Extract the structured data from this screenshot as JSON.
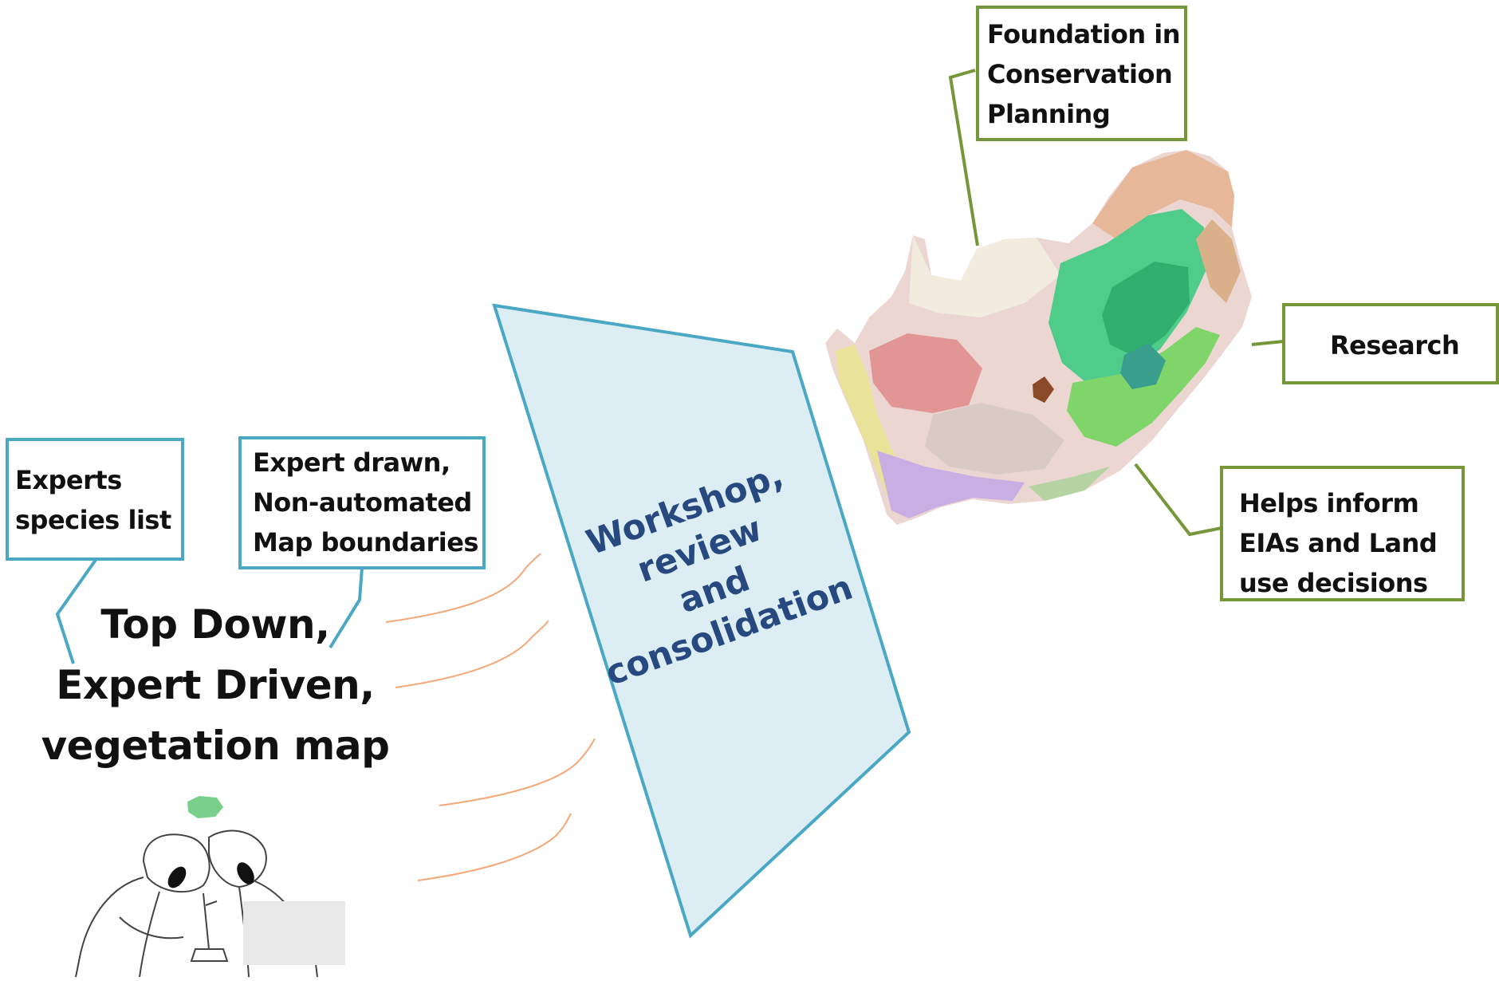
{
  "workshop": {
    "lines": [
      "Workshop,",
      "review",
      "and",
      "consolidation"
    ]
  },
  "main_title": {
    "lines": [
      "Top Down,",
      "Expert Driven,",
      "vegetation map"
    ]
  },
  "callouts": {
    "experts_species": [
      "Experts",
      "species list"
    ],
    "expert_drawn": [
      "Expert drawn,",
      "Non-automated",
      "Map boundaries"
    ],
    "foundation": [
      "Foundation in",
      "Conservation",
      "Planning"
    ],
    "research": [
      "Research"
    ],
    "eia": [
      "Helps inform",
      "EIAs and Land",
      "use decisions"
    ]
  },
  "colors": {
    "callout_blue": "#4aa8c4",
    "callout_green": "#76963a",
    "workshop_fill": "#dcedf4",
    "workshop_text": "#27497f",
    "flow_lines": "#f4a878"
  },
  "images": {
    "vegetation_map": "south-africa-vegetation-map",
    "scientists": "scientists-microscope-cartoon"
  }
}
